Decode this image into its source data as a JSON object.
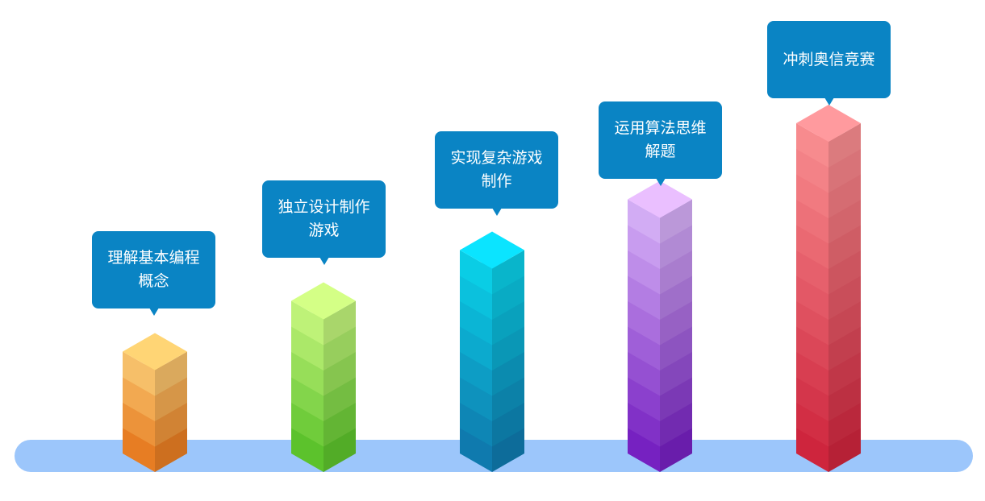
{
  "stages": [
    {
      "lines": [
        "理解基本编程",
        "概念"
      ],
      "blocks": 4,
      "colors": {
        "top": "#fec56c",
        "bottom": "#ee8124"
      }
    },
    {
      "lines": [
        "独立设计制作",
        "游戏"
      ],
      "blocks": 6,
      "colors": {
        "top": "#c4f97c",
        "bottom": "#5fc82d"
      }
    },
    {
      "lines": [
        "实现复杂游戏",
        "制作"
      ],
      "blocks": 8,
      "colors": {
        "top": "#0ad3ec",
        "bottom": "#0f7eb3"
      }
    },
    {
      "lines": [
        "运用算法思维",
        "解题"
      ],
      "blocks": 10,
      "colors": {
        "top": "#d9b1fc",
        "bottom": "#7a22c7"
      }
    },
    {
      "lines": [
        "冲刺奥信竞赛"
      ],
      "blocks": 13,
      "colors": {
        "top": "#ff8f92",
        "bottom": "#d4263f"
      }
    }
  ],
  "base_color": "#9cc6fb",
  "callout_color": "#0a84c4"
}
